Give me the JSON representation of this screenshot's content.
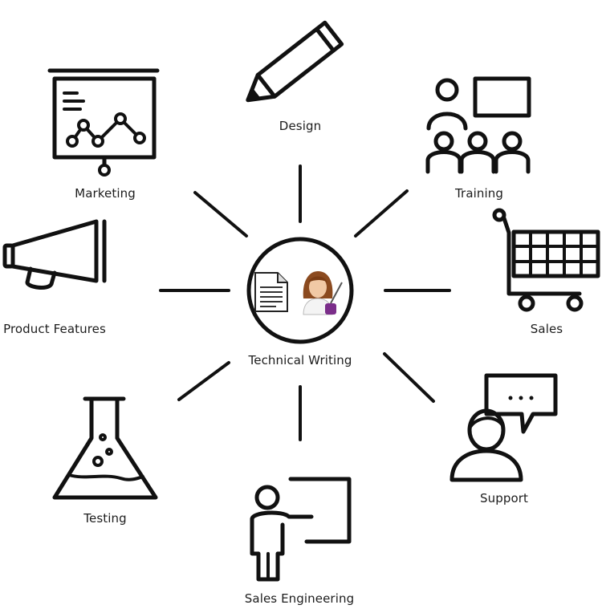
{
  "center": {
    "label": "Technical Writing",
    "icon": "document-and-writer-icon"
  },
  "nodes": [
    {
      "label": "Design",
      "icon": "pencil-icon"
    },
    {
      "label": "Training",
      "icon": "classroom-icon"
    },
    {
      "label": "Sales",
      "icon": "shopping-cart-icon"
    },
    {
      "label": "Support",
      "icon": "support-agent-icon"
    },
    {
      "label": "Sales Engineering",
      "icon": "presenter-board-icon"
    },
    {
      "label": "Testing",
      "icon": "flask-icon"
    },
    {
      "label": "Product Features",
      "icon": "megaphone-icon"
    },
    {
      "label": "Marketing",
      "icon": "presentation-chart-icon"
    }
  ]
}
